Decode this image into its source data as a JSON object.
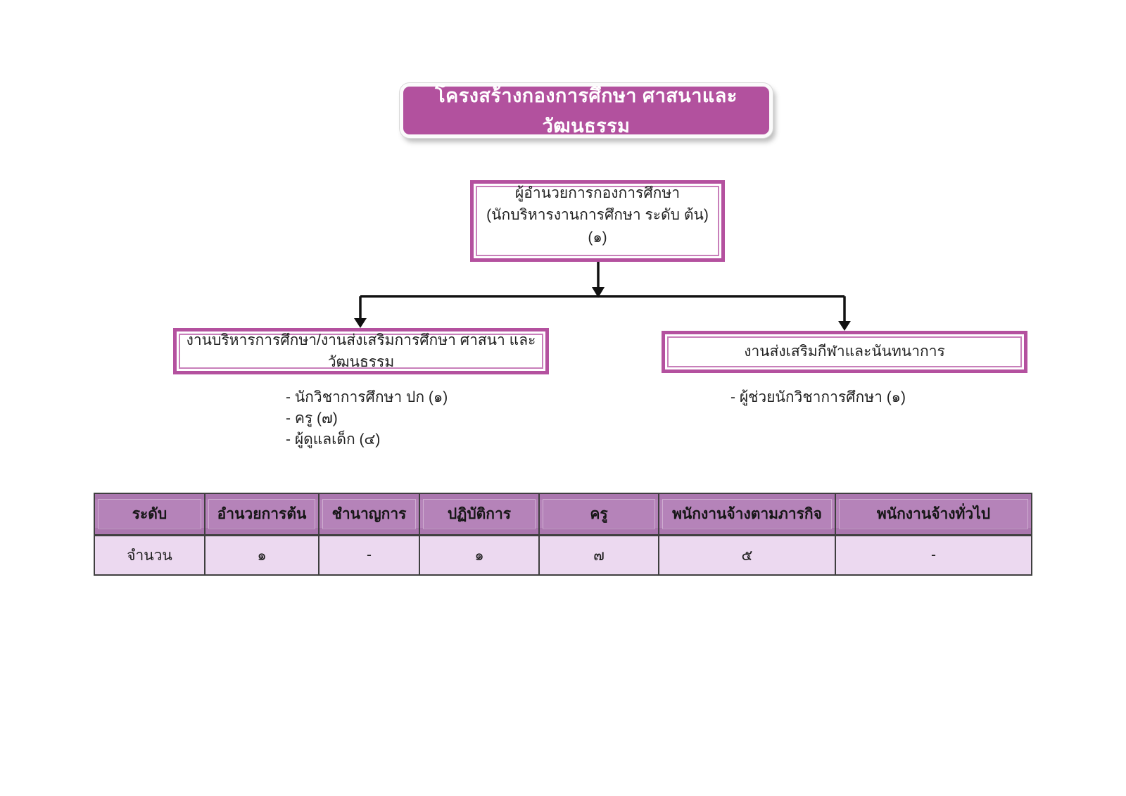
{
  "title": "โครงสร้างกองการศึกษา ศาสนาและวัฒนธรรม",
  "org": {
    "director": {
      "line1": "ผู้อำนวยการกองการศึกษา",
      "line2": "(นักบริหารงานการศึกษา ระดับ ต้น) (๑)"
    },
    "units": [
      {
        "name": "งานบริหารการศึกษา/งานส่งเสริมการศึกษา ศาสนา และวัฒนธรรม",
        "staff": [
          "- นักวิชาการศึกษา ปก (๑)",
          "- ครู  (๗)",
          "- ผู้ดูแลเด็ก (๔)"
        ]
      },
      {
        "name": "งานส่งเสริมกีฬาและนันทนาการ",
        "staff": [
          "- ผู้ช่วยนักวิชาการศึกษา (๑)"
        ]
      }
    ]
  },
  "table": {
    "headers": [
      "ระดับ",
      "อำนวยการต้น",
      "ชำนาญการ",
      "ปฏิบัติการ",
      "ครู",
      "พนักงานจ้างตามภารกิจ",
      "พนักงานจ้างทั่วไป"
    ],
    "row": [
      "จำนวน",
      "๑",
      "-",
      "๑",
      "๗",
      "๕",
      "-"
    ]
  },
  "colors": {
    "accent_magenta": "#b2519e",
    "node_border": "#b4519f",
    "node_border_inner": "#c87fba",
    "table_header_bg": "#b583b9",
    "table_row_bg": "#ecd9f0",
    "table_border": "#3f3f3f",
    "connector": "#111111"
  }
}
